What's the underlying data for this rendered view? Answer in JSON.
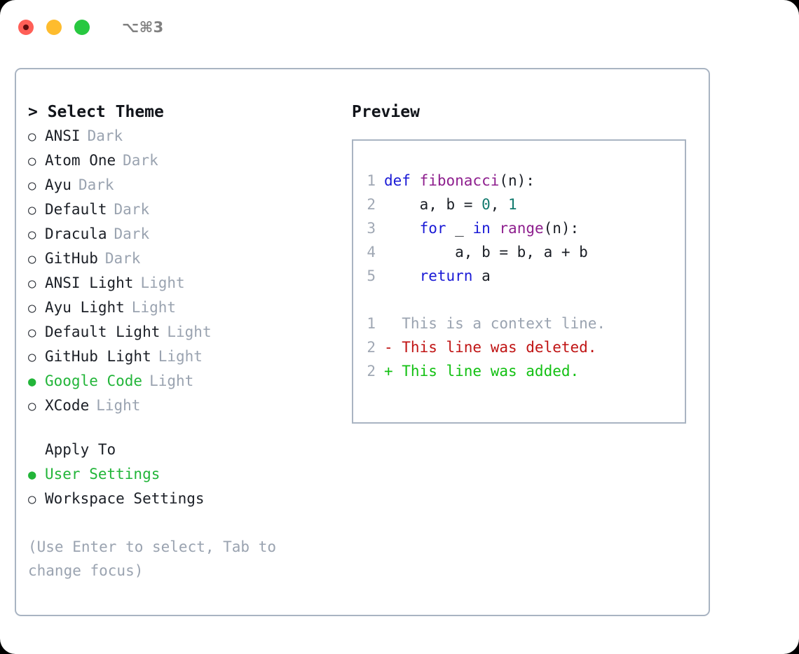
{
  "window": {
    "shortcut_badge": "⌥⌘3",
    "traffic_lights": [
      "close-red",
      "minimize-yellow",
      "maximize-green"
    ]
  },
  "theme_panel": {
    "title": "> Select Theme",
    "options": [
      {
        "label": "ANSI",
        "tag": "Dark",
        "selected": false
      },
      {
        "label": "Atom One",
        "tag": "Dark",
        "selected": false
      },
      {
        "label": "Ayu",
        "tag": "Dark",
        "selected": false
      },
      {
        "label": "Default",
        "tag": "Dark",
        "selected": false
      },
      {
        "label": "Dracula",
        "tag": "Dark",
        "selected": false
      },
      {
        "label": "GitHub",
        "tag": "Dark",
        "selected": false
      },
      {
        "label": "ANSI Light",
        "tag": "Light",
        "selected": false
      },
      {
        "label": "Ayu Light",
        "tag": "Light",
        "selected": false
      },
      {
        "label": "Default Light",
        "tag": "Light",
        "selected": false
      },
      {
        "label": "GitHub Light",
        "tag": "Light",
        "selected": false
      },
      {
        "label": "Google Code",
        "tag": "Light",
        "selected": true
      },
      {
        "label": "XCode",
        "tag": "Light",
        "selected": false
      }
    ],
    "bullet_selected": "●",
    "bullet_unselected": "○"
  },
  "apply_to": {
    "heading": "Apply To",
    "options": [
      {
        "label": "User Settings",
        "selected": true
      },
      {
        "label": "Workspace Settings",
        "selected": false
      }
    ]
  },
  "hint": "(Use Enter to select, Tab to change focus)",
  "preview": {
    "title": "Preview",
    "code_lines": [
      {
        "no": "1",
        "tokens": [
          {
            "t": "def ",
            "c": "tok-kw"
          },
          {
            "t": "fibonacci",
            "c": "tok-fn"
          },
          {
            "t": "(n):",
            "c": "tok-pl"
          }
        ]
      },
      {
        "no": "2",
        "tokens": [
          {
            "t": "    a, b = ",
            "c": "tok-pl"
          },
          {
            "t": "0",
            "c": "tok-num"
          },
          {
            "t": ", ",
            "c": "tok-pl"
          },
          {
            "t": "1",
            "c": "tok-num"
          }
        ]
      },
      {
        "no": "3",
        "tokens": [
          {
            "t": "    for",
            "c": "tok-kw"
          },
          {
            "t": " _ ",
            "c": "tok-pl"
          },
          {
            "t": "in",
            "c": "tok-kw"
          },
          {
            "t": " ",
            "c": "tok-pl"
          },
          {
            "t": "range",
            "c": "tok-fn"
          },
          {
            "t": "(n):",
            "c": "tok-pl"
          }
        ]
      },
      {
        "no": "4",
        "tokens": [
          {
            "t": "        a, b = b, a + b",
            "c": "tok-pl"
          }
        ]
      },
      {
        "no": "5",
        "tokens": [
          {
            "t": "    return",
            "c": "tok-kw"
          },
          {
            "t": " a",
            "c": "tok-pl"
          }
        ]
      }
    ],
    "diff_lines": [
      {
        "no": "1",
        "text": "  This is a context line.",
        "kind": "diff-ctx"
      },
      {
        "no": "2",
        "text": "- This line was deleted.",
        "kind": "diff-del"
      },
      {
        "no": "2",
        "text": "+ This line was added.",
        "kind": "diff-add"
      }
    ]
  },
  "colors": {
    "accent_green": "#22b539",
    "muted_gray": "#9aa3b0",
    "border": "#a9b4c2",
    "keyword_blue": "#1a1ad6",
    "function_purple": "#8e1f8e",
    "number_teal": "#127a6e",
    "diff_delete_red": "#c01414",
    "diff_add_green": "#12c012"
  }
}
